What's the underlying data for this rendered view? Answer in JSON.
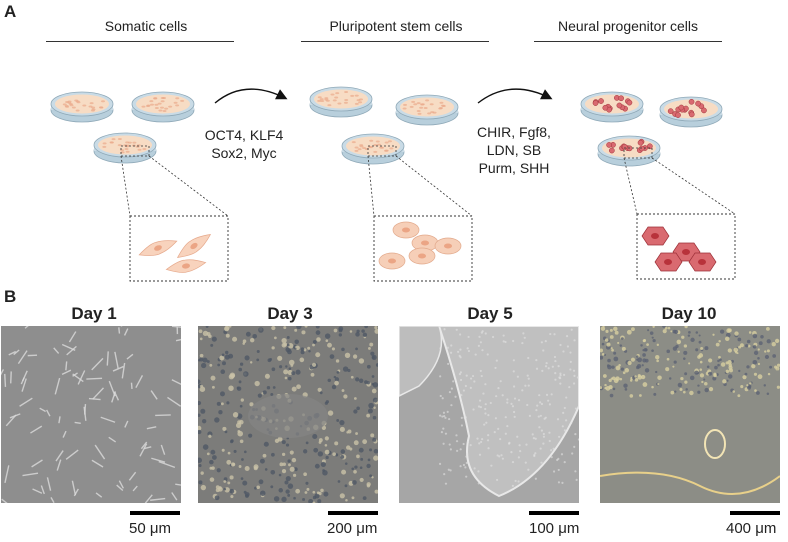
{
  "panel_a": {
    "letter": "A",
    "stages": [
      {
        "title": "Somatic cells"
      },
      {
        "title": "Pluripotent stem cells"
      },
      {
        "title": "Neural progenitor cells"
      }
    ],
    "transitions": [
      {
        "lines": [
          "OCT4, KLF4",
          "Sox2, Myc"
        ]
      },
      {
        "lines": [
          "CHIR, Fgf8,",
          "LDN, SB",
          "Purm, SHH"
        ]
      }
    ],
    "colors": {
      "dish_rim": "#c9dbe6",
      "dish_medium": "#f7dcc4",
      "somatic_cell": "#f8d3bd",
      "stem_cell": "#f6cfb8",
      "progenitor_cell": "#d96a70",
      "progenitor_nucleus": "#b8323b"
    }
  },
  "panel_b": {
    "letter": "B",
    "images": [
      {
        "day": "Day 1",
        "scale": "50 μm"
      },
      {
        "day": "Day 3",
        "scale": "200 μm"
      },
      {
        "day": "Day 5",
        "scale": "100 μm"
      },
      {
        "day": "Day 10",
        "scale": "400 μm"
      }
    ]
  }
}
